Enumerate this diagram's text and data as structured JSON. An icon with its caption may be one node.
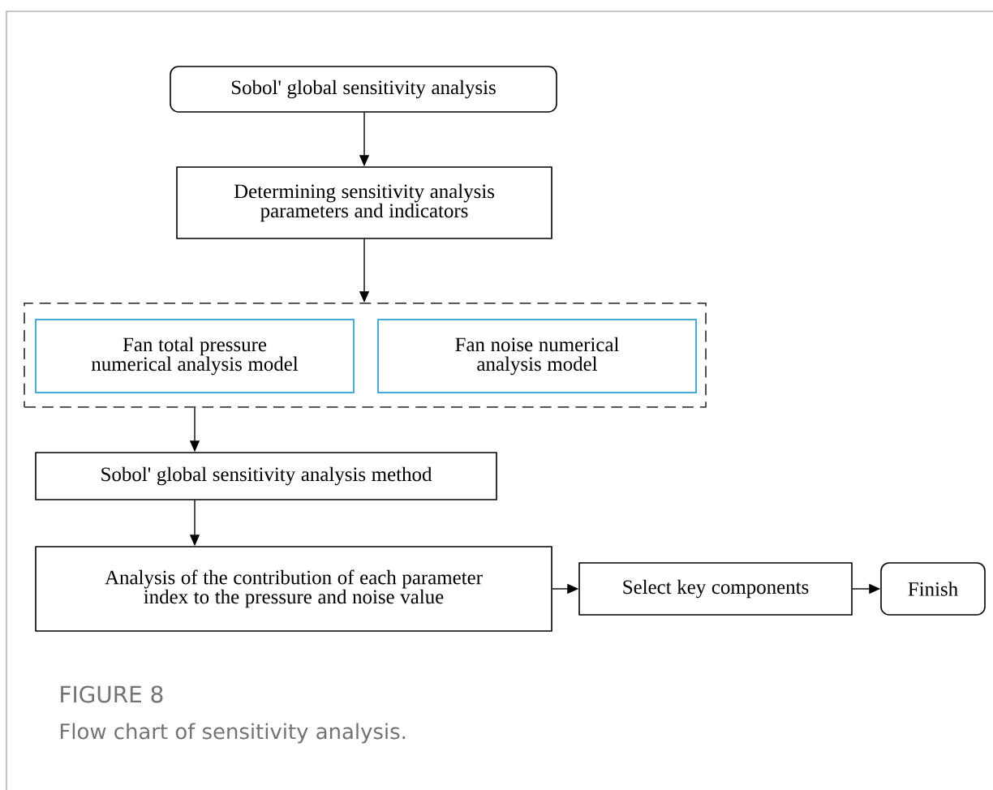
{
  "diagram": {
    "title": "FIGURE 8",
    "caption": "Flow chart of sensitivity analysis.",
    "nodes": [
      {
        "text": [
          "Sobol' global sensitivity analysis"
        ]
      },
      {
        "text": [
          "Determining sensitivity analysis parameters and indicators"
        ]
      },
      {
        "text": [],
        "shape": "box"
      },
      {
        "text": [
          "Fan total pressure numerical analysis model"
        ],
        "in": 2
      },
      {
        "text": [
          "Fan noise numerical analysis model"
        ],
        "in": 2
      },
      {
        "text": [
          "Sobol' global sensitivity analysis method"
        ]
      },
      {
        "text": [
          "Analysis of the contribution of each parameter index to the pressure and noise value"
        ]
      },
      {
        "text": [
          "Select key components"
        ]
      },
      {
        "text": [
          "Finish"
        ]
      }
    ],
    "edges": [
      {
        "from": 0,
        "to": 1,
        "arrow": "to"
      },
      {
        "from": 1,
        "to": 2,
        "arrow": "to"
      },
      {
        "from": 2,
        "to": 5,
        "arrow": "to"
      },
      {
        "from": 5,
        "to": 6,
        "arrow": "to"
      },
      {
        "from": 6,
        "to": 7,
        "arrow": "to"
      },
      {
        "from": 7,
        "to": 8,
        "arrow": "to"
      }
    ]
  }
}
